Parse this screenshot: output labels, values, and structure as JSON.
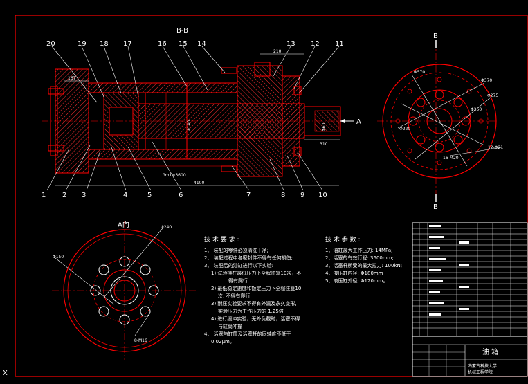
{
  "section_title": "B-B",
  "section_marker": "B",
  "arrow_marker": "A",
  "view_a_title": "A向",
  "axis_marker": "X",
  "part_labels": [
    "20",
    "19",
    "18",
    "17",
    "16",
    "15",
    "14",
    "13",
    "12",
    "11",
    "1",
    "2",
    "3",
    "4",
    "5",
    "6",
    "7",
    "8",
    "9",
    "10"
  ],
  "dims_section": {
    "d1": "167",
    "d2": "210",
    "d3": "310",
    "d4": "Φ140",
    "d5": "Φ60",
    "stroke": "δm1=3600",
    "total": "4100"
  },
  "dims_right": {
    "r1": "Φ570",
    "r2": "Φ370",
    "r3": "Φ275",
    "r4": "Φ250",
    "r5": "Φ220",
    "r6": "12-Φ21",
    "r7": "16-M20"
  },
  "dims_view_a": {
    "a1": "Φ240",
    "a2": "Φ150",
    "a3": "8-M16"
  },
  "tech_req": {
    "title": "技 术 要 求 :",
    "items": [
      "1、 装配的零件必须清洗干净;",
      "2、 装配过程中各密封件不得有任何损伤;",
      "3、 装配后的油缸进行以下实验:",
      "1) 试验持在最低压力下全程往复10次，不",
      "得有爬行",
      "2) 最低稳定速度和额定压力下全程往复10",
      "次, 不得有爬行",
      "3) 耐压实验要求不得有外漏及永久变形,",
      "实验压力为工作压力的 1.25倍",
      "4) 进行缓冲实验，无外负载时，活塞不得",
      "与缸筒冲撞",
      "4、 活塞与缸筒及活塞杆的同轴度不低于",
      "0.02μm。"
    ]
  },
  "tech_param": {
    "title": "技 术 参 数 :",
    "items": [
      "1、油缸最大工作压力: 14MPa;",
      "2、活塞的有效行程: 3600mm;",
      "3、活塞杆所受的最大拉力: 100kN;",
      "4、液压缸内径: Φ180mm",
      "5、液压缸外径: Φ120mm。"
    ]
  },
  "title_block": {
    "title": "油 箱",
    "school_line1": "内蒙古科技大学",
    "school_line2": "机械工程学院"
  },
  "colors": {
    "line": "#ff0000",
    "hatch": "#ff3030",
    "text": "#ffffff",
    "border": "#ff0000",
    "bg": "#000000"
  }
}
